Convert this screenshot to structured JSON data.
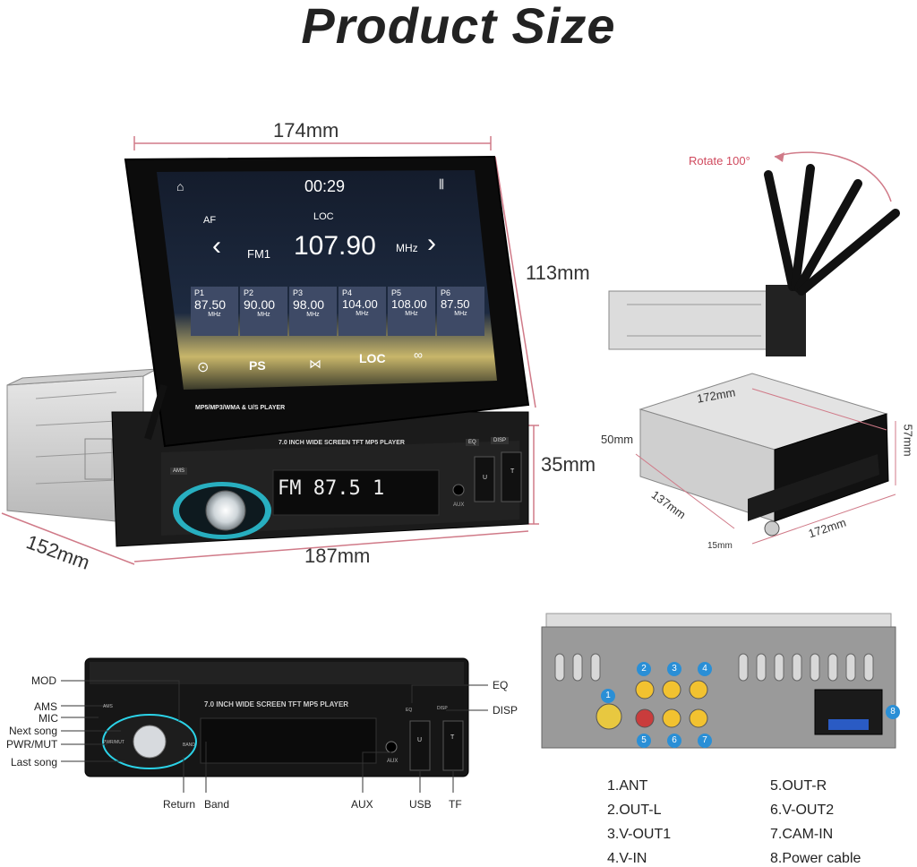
{
  "title": "Product Size",
  "dimensions": {
    "width_top": "174mm",
    "height_screen": "113mm",
    "height_body": "35mm",
    "width_front": "187mm",
    "depth": "152mm",
    "side_width": "172mm",
    "side_height_left": "50mm",
    "side_height_right": "57mm",
    "side_depth": "137mm",
    "side_front_width": "172mm",
    "side_front_depth": "15mm"
  },
  "rotate_label": "Rotate 100°",
  "screen": {
    "time": "00:29",
    "af": "AF",
    "loc_top": "LOC",
    "band": "FM1",
    "frequency": "107.90",
    "unit": "MHz",
    "presets": [
      {
        "name": "P1",
        "freq": "87.50",
        "unit": "MHz"
      },
      {
        "name": "P2",
        "freq": "90.00",
        "unit": "MHz"
      },
      {
        "name": "P3",
        "freq": "98.00",
        "unit": "MHz"
      },
      {
        "name": "P4",
        "freq": "104.00",
        "unit": "MHz"
      },
      {
        "name": "P5",
        "freq": "108.00",
        "unit": "MHz"
      },
      {
        "name": "P6",
        "freq": "87.50",
        "unit": "MHz"
      }
    ],
    "bottom_ps": "PS",
    "bottom_loc": "LOC",
    "caption": "MP5/MP3/WMA & U/S PLAYER"
  },
  "panel": {
    "model_text": "7.0 INCH WIDE SCREEN TFT MP5 PLAYER",
    "lcd": "FM 87.5 1",
    "ams": "AMS",
    "eq": "EQ",
    "disp": "DISP",
    "aux": "AUX",
    "usb_letter": "U",
    "tf_letter": "T",
    "pwr": "PWR/MUT",
    "band_btn": "BAND"
  },
  "front_labels": {
    "mod": "MOD",
    "ams": "AMS",
    "mic": "MIC",
    "next": "Next song",
    "pwr": "PWR/MUT",
    "last": "Last song",
    "return": "Return",
    "band": "Band",
    "aux": "AUX",
    "usb": "USB",
    "tf": "TF",
    "eq": "EQ",
    "disp": "DISP"
  },
  "connectors": [
    "1.ANT",
    "2.OUT-L",
    "3.V-OUT1",
    "4.V-IN",
    "5.OUT-R",
    "6.V-OUT2",
    "7.CAM-IN",
    "8.Power cable"
  ],
  "connector_numbers": [
    "1",
    "2",
    "3",
    "4",
    "5",
    "6",
    "7",
    "8"
  ],
  "colors": {
    "accent_red": "#d07a88",
    "badge_blue": "#2a8fd6",
    "rca_yellow": "#f2c230",
    "rca_red": "#c93c3c"
  }
}
